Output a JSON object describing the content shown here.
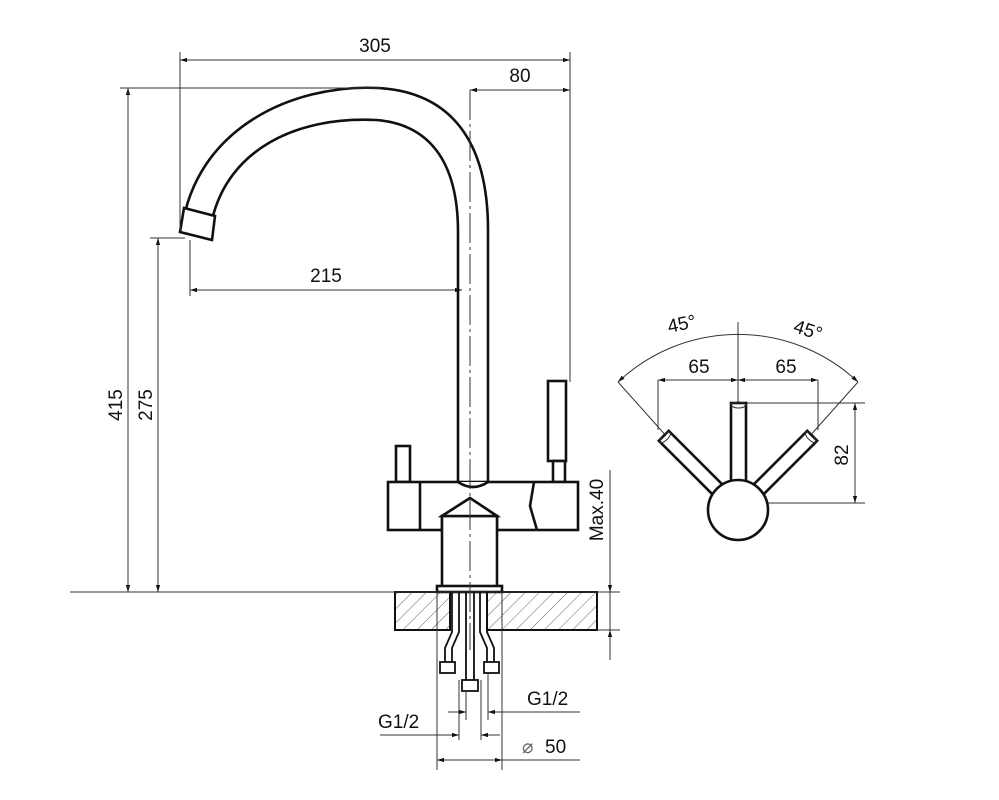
{
  "dimensions": {
    "overall_width": "305",
    "spout_to_lever": "80",
    "overall_height": "415",
    "spout_height": "275",
    "spout_reach": "215",
    "max_counter_thickness": "Max.40",
    "connection_right": "G1/2",
    "connection_left": "G1/2",
    "hole_diameter": "50",
    "diameter_symbol": "⌀",
    "angle_left": "45°",
    "angle_right": "45°",
    "lever_offset_left": "65",
    "lever_offset_right": "65",
    "lever_depth": "82"
  },
  "colors": {
    "line": "#111111",
    "background": "#ffffff"
  }
}
